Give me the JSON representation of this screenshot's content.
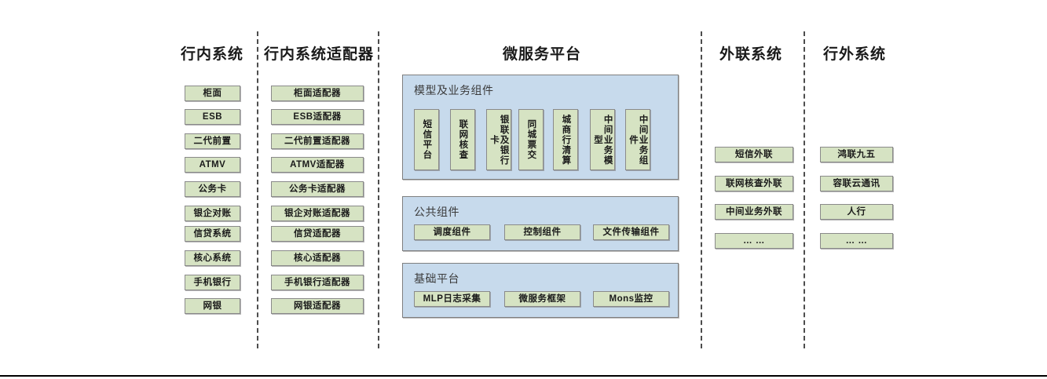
{
  "columns": [
    {
      "id": "internal-systems",
      "title": "行内系统",
      "items": [
        "柜面",
        "ESB",
        "二代前置",
        "ATMV",
        "公务卡",
        "银企对账",
        "信贷系统",
        "核心系统",
        "手机银行",
        "网银"
      ]
    },
    {
      "id": "internal-adapters",
      "title": "行内系统适配器",
      "items": [
        "柜面适配器",
        "ESB适配器",
        "二代前置适配器",
        "ATMV适配器",
        "公务卡适配器",
        "银企对账适配器",
        "信贷适配器",
        "核心适配器",
        "手机银行适配器",
        "网银适配器"
      ]
    },
    {
      "id": "external-link-systems",
      "title": "外联系统",
      "items": [
        "短信外联",
        "联网核查外联",
        "中间业务外联",
        "… …"
      ]
    },
    {
      "id": "offbank-systems",
      "title": "行外系统",
      "items": [
        "鸿联九五",
        "容联云通讯",
        "人行",
        "… …"
      ]
    }
  ],
  "platform": {
    "title": "微服务平台",
    "panels": [
      {
        "id": "model-business-components",
        "title": "模型及业务组件",
        "orientation": "vertical",
        "items": [
          "短信平台",
          "联网核查",
          "银联及银行卡",
          "同城票交",
          "城商行清算",
          "中间业务模型",
          "中间业务组件"
        ]
      },
      {
        "id": "public-components",
        "title": "公共组件",
        "orientation": "horizontal",
        "items": [
          "调度组件",
          "控制组件",
          "文件传输组件"
        ]
      },
      {
        "id": "base-platform",
        "title": "基础平台",
        "orientation": "horizontal",
        "items": [
          "MLP日志采集",
          "微服务框架",
          "Mons监控"
        ]
      }
    ]
  },
  "colors": {
    "node_fill": "#d6e3c3",
    "node_border": "#8a8a8a",
    "panel_fill": "#c7daec",
    "panel_border": "#7f7f7f",
    "divider": "#4d4d4d",
    "text": "#1a1a1a"
  }
}
